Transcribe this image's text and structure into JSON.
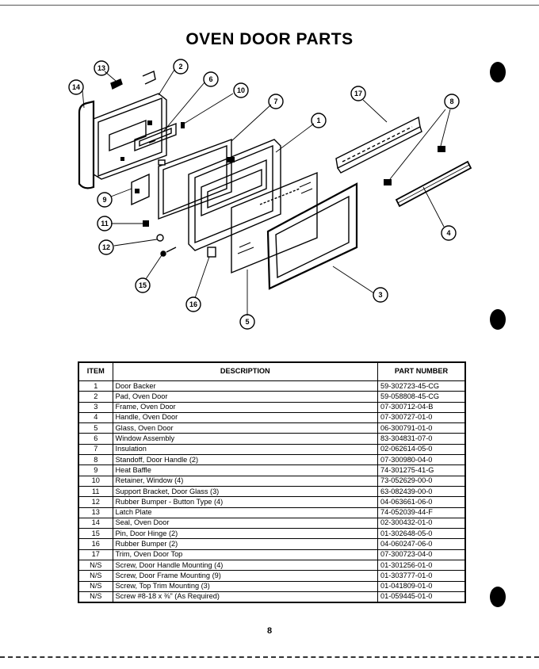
{
  "page": {
    "title": "OVEN DOOR PARTS",
    "page_number": "8"
  },
  "callouts": [
    "13",
    "2",
    "14",
    "6",
    "10",
    "7",
    "1",
    "17",
    "8",
    "9",
    "11",
    "12",
    "15",
    "16",
    "5",
    "3",
    "4"
  ],
  "table": {
    "headers": {
      "item": "ITEM",
      "description": "DESCRIPTION",
      "part_number": "PART NUMBER"
    },
    "rows": [
      {
        "item": "1",
        "description": "Door Backer",
        "part": "59-302723-45-CG"
      },
      {
        "item": "2",
        "description": "Pad, Oven Door",
        "part": "59-058808-45-CG"
      },
      {
        "item": "3",
        "description": "Frame, Oven Door",
        "part": "07-300712-04-B"
      },
      {
        "item": "4",
        "description": "Handle, Oven Door",
        "part": "07-300727-01-0"
      },
      {
        "item": "5",
        "description": "Glass, Oven Door",
        "part": "06-300791-01-0"
      },
      {
        "item": "6",
        "description": "Window Assembly",
        "part": "83-304831-07-0"
      },
      {
        "item": "7",
        "description": "Insulation",
        "part": "02-062614-05-0"
      },
      {
        "item": "8",
        "description": "Standoff, Door Handle (2)",
        "part": "07-300980-04-0"
      },
      {
        "item": "9",
        "description": "Heat Baffle",
        "part": "74-301275-41-G"
      },
      {
        "item": "10",
        "description": "Retainer, Window (4)",
        "part": "73-052629-00-0"
      },
      {
        "item": "11",
        "description": "Support Bracket, Door Glass (3)",
        "part": "63-082439-00-0"
      },
      {
        "item": "12",
        "description": "Rubber Bumper - Button Type (4)",
        "part": "04-063661-06-0"
      },
      {
        "item": "13",
        "description": "Latch Plate",
        "part": "74-052039-44-F"
      },
      {
        "item": "14",
        "description": "Seal, Oven Door",
        "part": "02-300432-01-0"
      },
      {
        "item": "15",
        "description": "Pin, Door Hinge (2)",
        "part": "01-302648-05-0"
      },
      {
        "item": "16",
        "description": "Rubber Bumper (2)",
        "part": "04-060247-06-0"
      },
      {
        "item": "17",
        "description": "Trim, Oven Door Top",
        "part": "07-300723-04-0"
      },
      {
        "item": "N/S",
        "description": "Screw, Door Handle Mounting (4)",
        "part": "01-301256-01-0"
      },
      {
        "item": "N/S",
        "description": "Screw, Door Frame Mounting (9)",
        "part": "01-303777-01-0"
      },
      {
        "item": "N/S",
        "description": "Screw, Top Trim Mounting (3)",
        "part": "01-041809-01-0"
      },
      {
        "item": "N/S",
        "description": "Screw #8-18 x ⅜\" (As Required)",
        "part": "01-059445-01-0"
      }
    ]
  }
}
